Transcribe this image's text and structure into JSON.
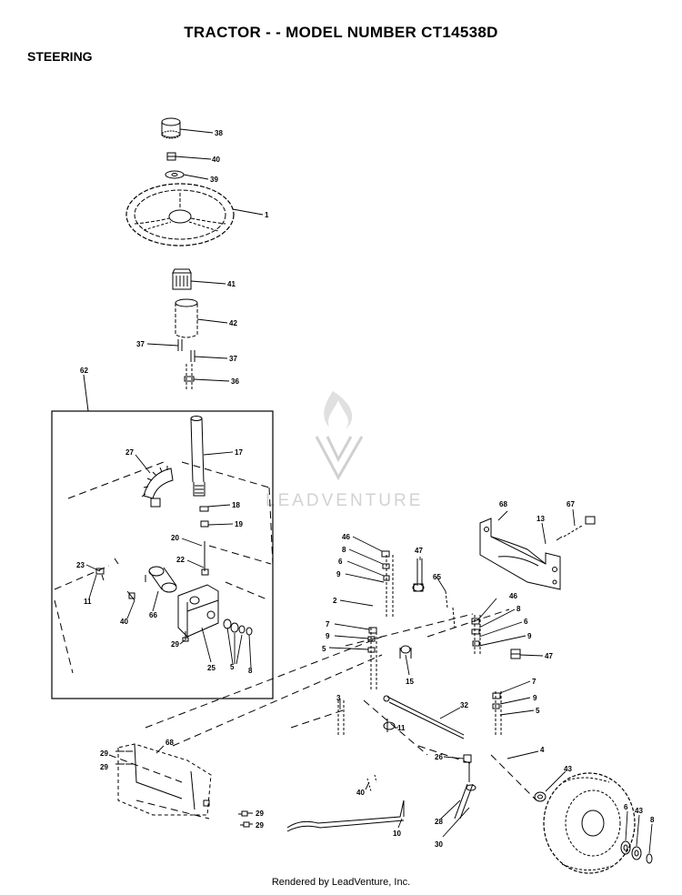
{
  "header": {
    "title": "TRACTOR - - MODEL NUMBER CT14538D",
    "section": "STEERING"
  },
  "watermark": {
    "brand": "LEADVENTURE"
  },
  "footer": {
    "credit": "Rendered by LeadVenture, Inc."
  },
  "part_labels": [
    "38",
    "40",
    "39",
    "1",
    "41",
    "42",
    "37",
    "37",
    "36",
    "62",
    "17",
    "27",
    "18",
    "19",
    "20",
    "22",
    "23",
    "11",
    "40",
    "66",
    "29",
    "25",
    "5",
    "8",
    "68",
    "67",
    "13",
    "46",
    "8",
    "6",
    "9",
    "47",
    "65",
    "2",
    "7",
    "9",
    "5",
    "15",
    "46",
    "8",
    "6",
    "9",
    "47",
    "7",
    "9",
    "5",
    "32",
    "3",
    "11",
    "26",
    "4",
    "43",
    "29",
    "29",
    "68",
    "40",
    "28",
    "30",
    "10",
    "29",
    "29",
    "6",
    "43",
    "8"
  ],
  "colors": {
    "line": "#000000",
    "watermark": "#c8c8c8"
  }
}
